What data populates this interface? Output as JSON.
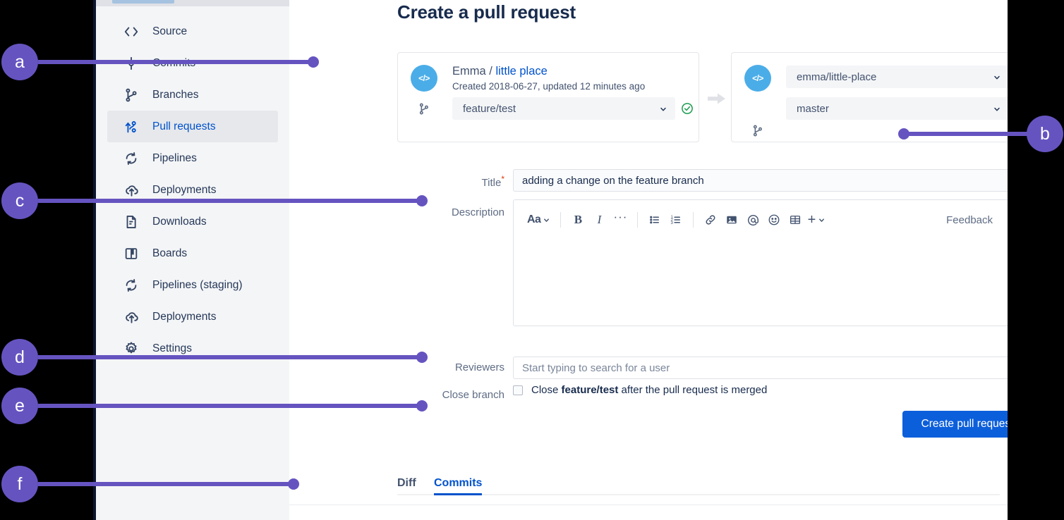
{
  "app": {
    "page_title": "Create a pull request"
  },
  "sidebar": {
    "items": [
      {
        "label": "Source",
        "icon": "code-icon",
        "active": false
      },
      {
        "label": "Commits",
        "icon": "commits-icon",
        "active": false
      },
      {
        "label": "Branches",
        "icon": "branches-icon",
        "active": false
      },
      {
        "label": "Pull requests",
        "icon": "pull-request-icon",
        "active": true
      },
      {
        "label": "Pipelines",
        "icon": "pipelines-icon",
        "active": false
      },
      {
        "label": "Deployments",
        "icon": "deployments-icon",
        "active": false
      },
      {
        "label": "Downloads",
        "icon": "downloads-icon",
        "active": false
      },
      {
        "label": "Boards",
        "icon": "boards-icon",
        "active": false
      },
      {
        "label": "Pipelines (staging)",
        "icon": "pipelines-icon",
        "active": false
      },
      {
        "label": "Deployments",
        "icon": "deployments-icon",
        "active": false
      },
      {
        "label": "Settings",
        "icon": "gear-icon",
        "active": false
      }
    ]
  },
  "source_panel": {
    "avatar_glyph": "</>",
    "owner": "Emma",
    "separator": "/",
    "repo_link": "little place",
    "meta": "Created 2018-06-27, updated 12 minutes ago",
    "branch_value": "feature/test",
    "status": "valid"
  },
  "dest_panel": {
    "avatar_glyph": "</>",
    "repo_value": "emma/little-place",
    "branch_value": "master",
    "status": "valid"
  },
  "form": {
    "title_label": "Title",
    "title_required_mark": "*",
    "title_value": "adding a change on the feature branch",
    "description_label": "Description",
    "description_value": "",
    "reviewers_label": "Reviewers",
    "reviewers_placeholder": "Start typing to search for a user",
    "close_branch_label": "Close branch",
    "close_branch_text_pre": "Close ",
    "close_branch_branch": "feature/test",
    "close_branch_text_post": " after the pull request is merged",
    "close_branch_checked": false,
    "submit_label": "Create pull request"
  },
  "editor_toolbar": {
    "buttons": [
      {
        "name": "text-style-icon",
        "glyph": "Aa"
      },
      {
        "name": "bold-icon",
        "glyph": "B"
      },
      {
        "name": "italic-icon",
        "glyph": "I"
      },
      {
        "name": "more-formatting-icon",
        "glyph": "···"
      },
      {
        "name": "bullet-list-icon",
        "glyph": ""
      },
      {
        "name": "numbered-list-icon",
        "glyph": ""
      },
      {
        "name": "link-icon",
        "glyph": ""
      },
      {
        "name": "image-icon",
        "glyph": ""
      },
      {
        "name": "mention-icon",
        "glyph": "@"
      },
      {
        "name": "emoji-icon",
        "glyph": ""
      },
      {
        "name": "table-icon",
        "glyph": ""
      },
      {
        "name": "insert-more-icon",
        "glyph": "+"
      }
    ],
    "feedback_label": "Feedback",
    "help_label": "?"
  },
  "tabs": [
    {
      "label": "Diff",
      "active": false
    },
    {
      "label": "Commits",
      "active": true
    }
  ],
  "callouts": [
    {
      "id": "a",
      "label": "a"
    },
    {
      "id": "b",
      "label": "b"
    },
    {
      "id": "c",
      "label": "c"
    },
    {
      "id": "d",
      "label": "d"
    },
    {
      "id": "e",
      "label": "e"
    },
    {
      "id": "f",
      "label": "f"
    }
  ],
  "colors": {
    "callout_purple": "#6554c0",
    "link_blue": "#0052cc",
    "button_blue": "#0c5fdb",
    "valid_green": "#36b37e",
    "required_red": "#de350b",
    "avatar_blue": "#4bade8",
    "sidebar_bg": "#f4f5f7",
    "text_dark": "#172b4d",
    "text_subtle": "#5e6c84"
  }
}
